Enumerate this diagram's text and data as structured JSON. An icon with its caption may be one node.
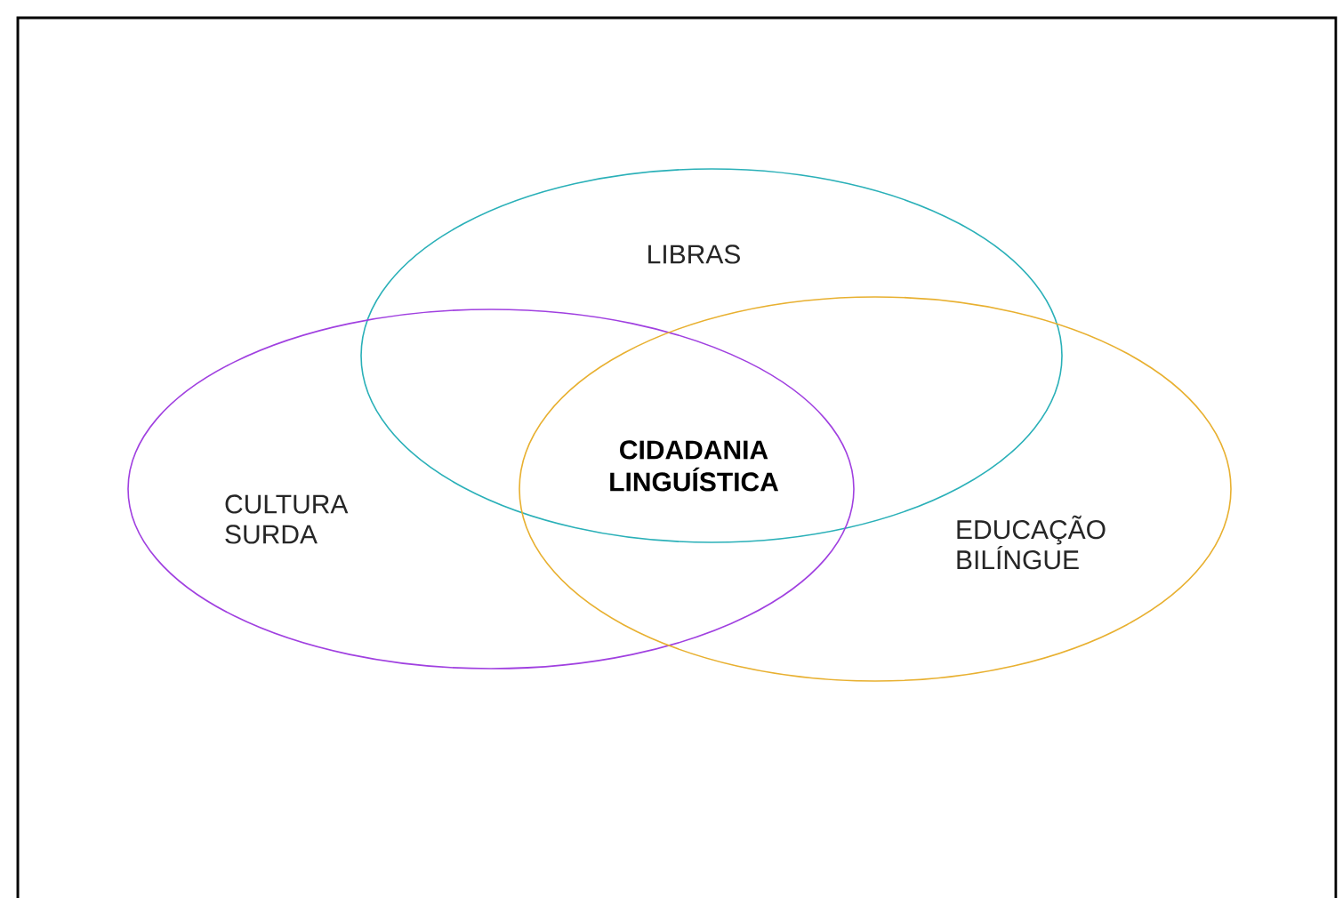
{
  "diagram": {
    "nodes": [
      {
        "text": [
          "LIBRAS"
        ]
      },
      {
        "text": [
          "CULTURA SURDA"
        ]
      },
      {
        "text": [
          "EDUCAÇÃO BILÍNGUE"
        ]
      }
    ],
    "labels": [
      "CIDADANIA LINGUÍSTICA"
    ]
  }
}
